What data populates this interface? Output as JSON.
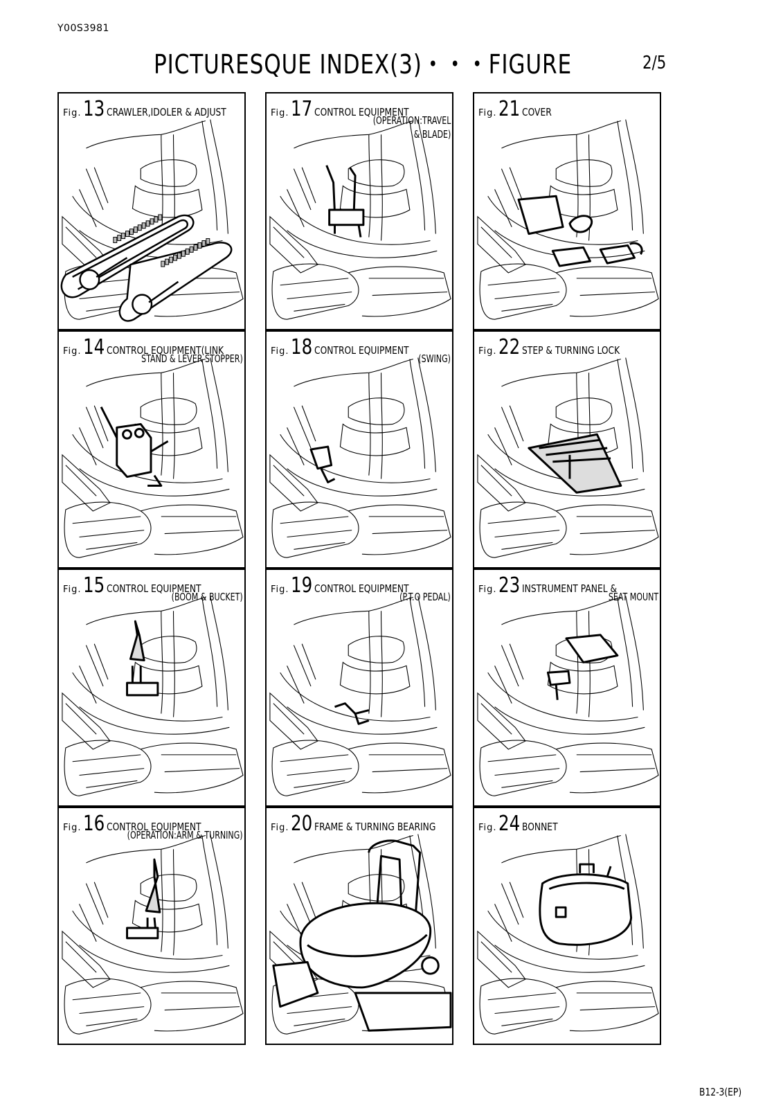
{
  "header": {
    "doc_code": "Y00S3981",
    "title": "PICTURESQUE INDEX(3)・・・FIGURE",
    "page_number": "2/5"
  },
  "fig_label": "Fig.",
  "figures": [
    {
      "num": "13",
      "lines": [
        "CRAWLER,IDOLER & ADJUST"
      ],
      "part": "crawler"
    },
    {
      "num": "17",
      "lines": [
        "CONTROL EQUIPMENT",
        "(OPERATION:TRAVEL",
        "& BLADE)"
      ],
      "part": "travel-levers"
    },
    {
      "num": "21",
      "lines": [
        "COVER"
      ],
      "part": "cover"
    },
    {
      "num": "14",
      "lines": [
        "CONTROL EQUIPMENT(LINK",
        "STAND & LEVER STOPPER)"
      ],
      "part": "link-stand"
    },
    {
      "num": "18",
      "lines": [
        "CONTROL EQUIPMENT",
        "(SWING)"
      ],
      "part": "swing"
    },
    {
      "num": "22",
      "lines": [
        "STEP & TURNING LOCK"
      ],
      "part": "step"
    },
    {
      "num": "15",
      "lines": [
        "CONTROL EQUIPMENT",
        "(BOOM & BUCKET)"
      ],
      "part": "boom-lever"
    },
    {
      "num": "19",
      "lines": [
        "CONTROL EQUIPMENT",
        "(P.T.O PEDAL)"
      ],
      "part": "pto-pedal"
    },
    {
      "num": "23",
      "lines": [
        "INSTRUMENT PANEL &",
        "SEAT MOUNT"
      ],
      "part": "panel"
    },
    {
      "num": "16",
      "lines": [
        "CONTROL EQUIPMENT",
        "(OPERATION:ARM & TURNING)"
      ],
      "part": "arm-lever"
    },
    {
      "num": "20",
      "lines": [
        "FRAME & TURNING BEARING"
      ],
      "part": "frame"
    },
    {
      "num": "24",
      "lines": [
        "BONNET"
      ],
      "part": "bonnet"
    }
  ],
  "footer": {
    "code": "B12-3(EP)"
  }
}
